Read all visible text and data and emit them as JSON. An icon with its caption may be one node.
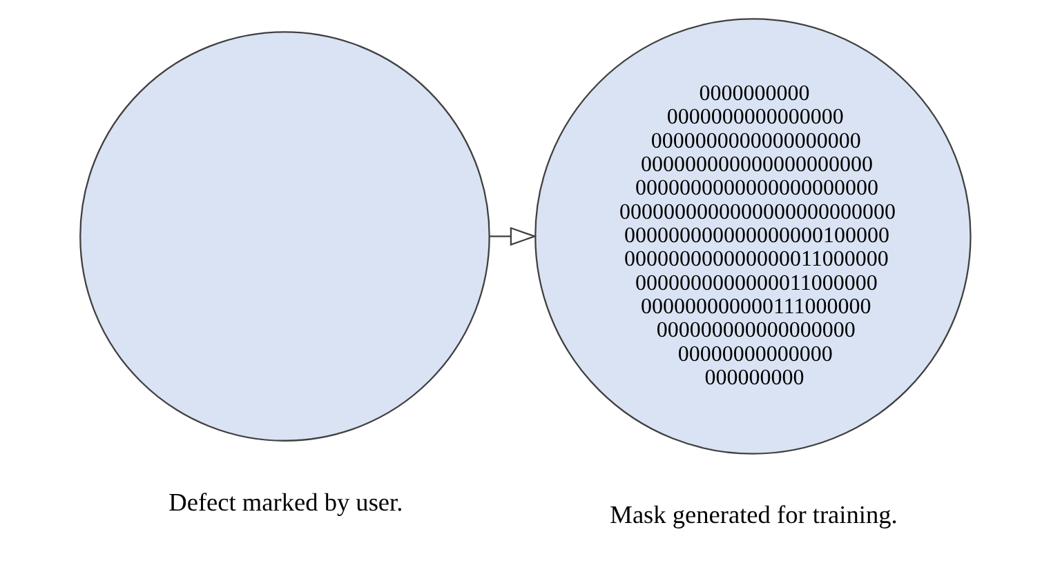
{
  "diagram": {
    "nodes": [
      {
        "text": [],
        "shape": "circle",
        "beside": [
          "Defect marked by user."
        ]
      },
      {
        "text": [
          "0000000000",
          "0000000000000000",
          "0000000000000000000",
          "000000000000000000000",
          "0000000000000000000000",
          "0000000000000000000000000",
          "000000000000000000100000",
          "000000000000000011000000",
          "0000000000000011000000",
          "000000000000111000000",
          "000000000000000000",
          "00000000000000",
          "000000000"
        ],
        "beside": [
          "Mask generated for training."
        ]
      }
    ],
    "edges": [
      {
        "from": 0,
        "to": 1,
        "arrow": "to"
      }
    ]
  }
}
